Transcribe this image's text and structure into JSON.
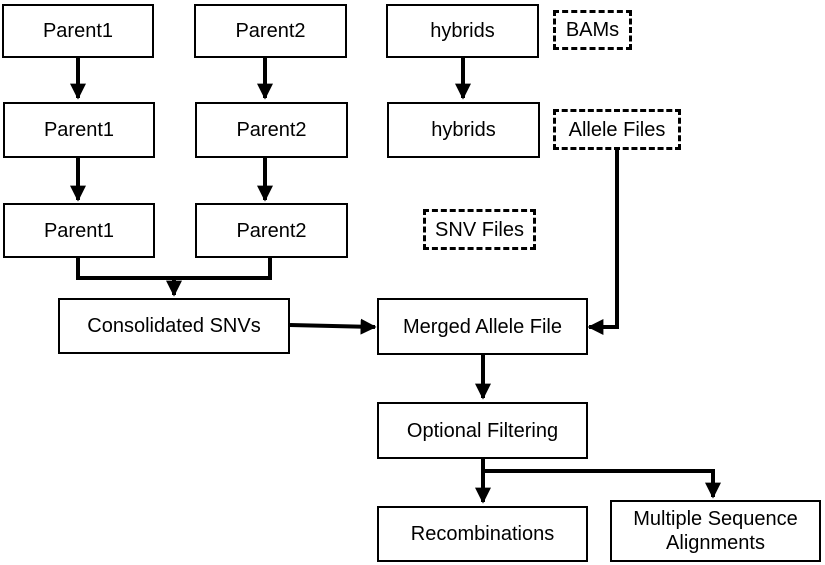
{
  "diagram": {
    "row1": {
      "parent1": "Parent1",
      "parent2": "Parent2",
      "hybrids": "hybrids"
    },
    "row2": {
      "parent1": "Parent1",
      "parent2": "Parent2",
      "hybrids": "hybrids"
    },
    "row3": {
      "parent1": "Parent1",
      "parent2": "Parent2"
    },
    "legend": {
      "bams": "BAMs",
      "allele_files": "Allele Files",
      "snv_files": "SNV Files"
    },
    "consolidated_snvs": "Consolidated SNVs",
    "merged_allele_file": "Merged Allele File",
    "optional_filtering": "Optional Filtering",
    "recombinations": "Recombinations",
    "msa_line1": "Multiple Sequence",
    "msa_line2": "Alignments"
  }
}
